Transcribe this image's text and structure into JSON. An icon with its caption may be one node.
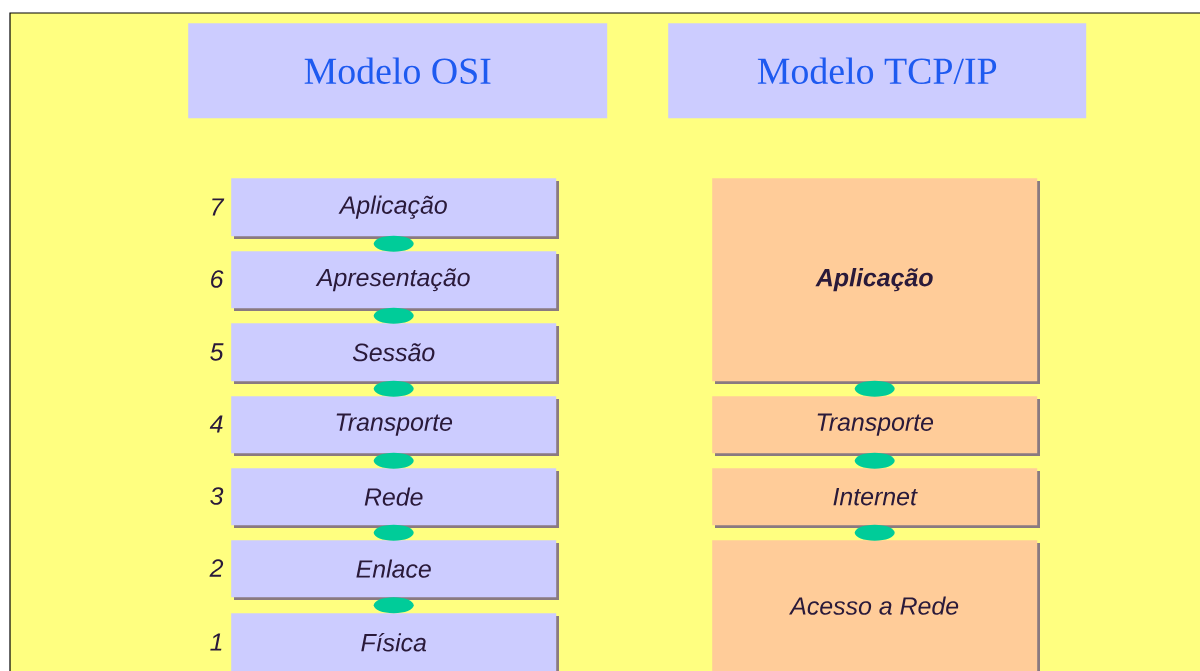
{
  "diagram": {
    "nodes": [
      {
        "text": [
          "Modelo OSI"
        ]
      },
      {
        "text": [
          "Modelo TCP/IP"
        ]
      },
      {
        "text": [
          "Aplicação"
        ],
        "beside": [
          "7"
        ]
      },
      {
        "text": [
          "Apresentação"
        ],
        "beside": [
          "6"
        ]
      },
      {
        "text": [
          "Sessão"
        ],
        "beside": [
          "5"
        ]
      },
      {
        "text": [
          "Transporte"
        ],
        "beside": [
          "4"
        ]
      },
      {
        "text": [
          "Rede"
        ],
        "beside": [
          "3"
        ]
      },
      {
        "text": [
          "Enlace"
        ],
        "beside": [
          "2"
        ]
      },
      {
        "text": [
          "Física"
        ],
        "beside": [
          "1"
        ]
      },
      {
        "text": [
          "Aplicação"
        ]
      },
      {
        "text": [
          "Transporte"
        ]
      },
      {
        "text": [
          "Internet"
        ]
      },
      {
        "text": [
          "Acesso a Rede"
        ]
      }
    ],
    "edges": [
      {
        "from": 2,
        "to": 3,
        "arrow": "none"
      },
      {
        "from": 3,
        "to": 4,
        "arrow": "none"
      },
      {
        "from": 4,
        "to": 5,
        "arrow": "none"
      },
      {
        "from": 5,
        "to": 6,
        "arrow": "none"
      },
      {
        "from": 6,
        "to": 7,
        "arrow": "none"
      },
      {
        "from": 7,
        "to": 8,
        "arrow": "none"
      },
      {
        "from": 9,
        "to": 10,
        "arrow": "none"
      },
      {
        "from": 10,
        "to": 11,
        "arrow": "none"
      },
      {
        "from": 11,
        "to": 12,
        "arrow": "none"
      }
    ]
  }
}
